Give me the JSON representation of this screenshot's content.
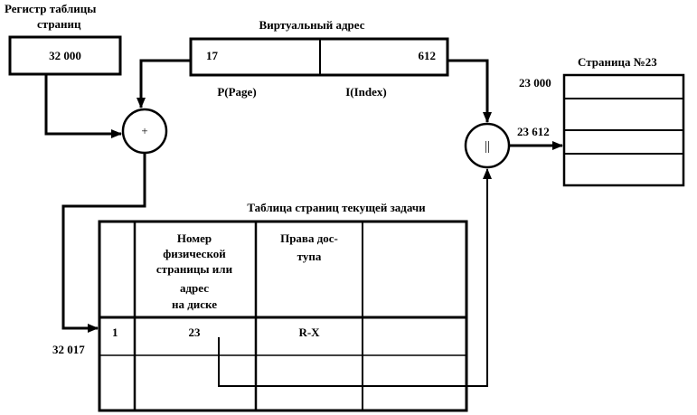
{
  "page_table_register": {
    "title_line1": "Регистр таблицы",
    "title_line2": "страниц",
    "value": "32 000"
  },
  "virtual_address": {
    "title": "Виртуальный адрес",
    "page_value": "17",
    "index_value": "612",
    "page_label": "P(Page)",
    "index_label": "I(Index)"
  },
  "adder": {
    "symbol": "+"
  },
  "concat": {
    "symbol": "||"
  },
  "page": {
    "title": "Страница №23",
    "start_address": "23 000",
    "target_address": "23 612"
  },
  "page_table": {
    "title": "Таблица страниц текущей задачи",
    "header_col2": [
      "Номер",
      "физической",
      "страницы или",
      "адрес",
      "на диске"
    ],
    "header_col3": [
      "Права дос-",
      "тупа"
    ],
    "row_index": "1",
    "frame_number": "23",
    "access_rights": "R-X",
    "entry_address": "32 017"
  }
}
